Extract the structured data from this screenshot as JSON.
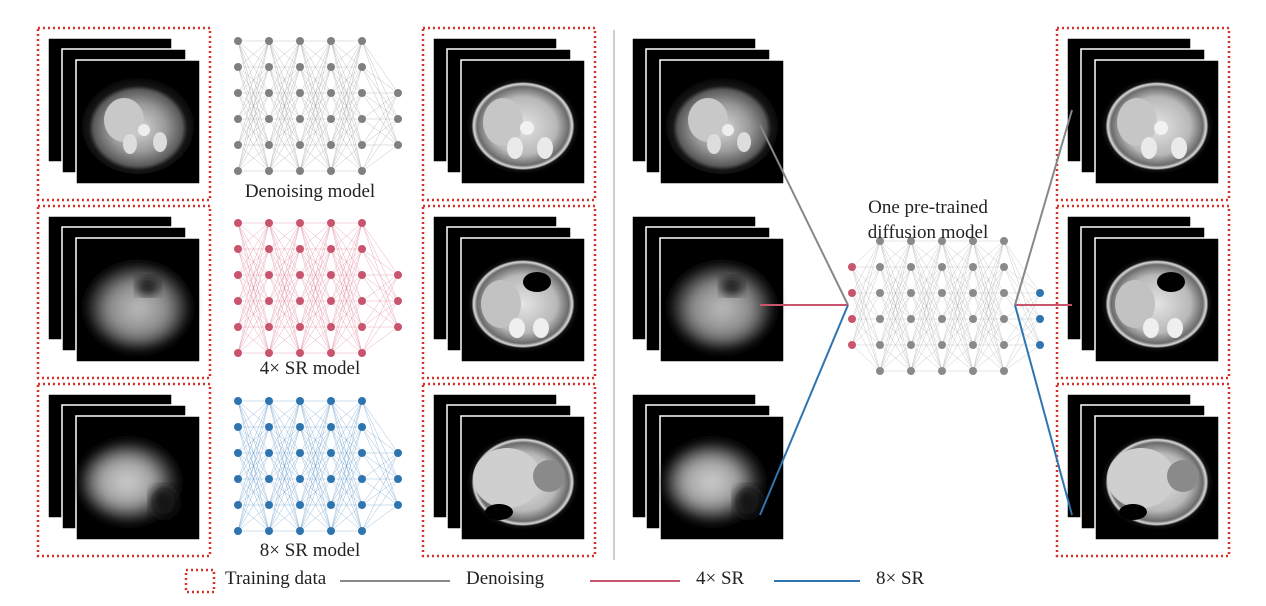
{
  "colors": {
    "training_border": "#d8312a",
    "denoising": "#888888",
    "sr4": "#c9546d",
    "sr8": "#2e75b0",
    "divider": "#bdbdbd"
  },
  "labels": {
    "denoising_model": "Denoising model",
    "sr4_model": "4× SR model",
    "sr8_model": "8× SR model",
    "pretrained_line1": "One pre-trained",
    "pretrained_line2": "diffusion model"
  },
  "legend": {
    "training_data": "Training data",
    "denoising": "Denoising",
    "sr4": "4× SR",
    "sr8": "8× SR"
  },
  "image_types": [
    "noisy-ct",
    "blurry-4x",
    "blurry-8x",
    "clean-ct-kidney",
    "clean-ct-upper",
    "clean-ct-liver"
  ]
}
